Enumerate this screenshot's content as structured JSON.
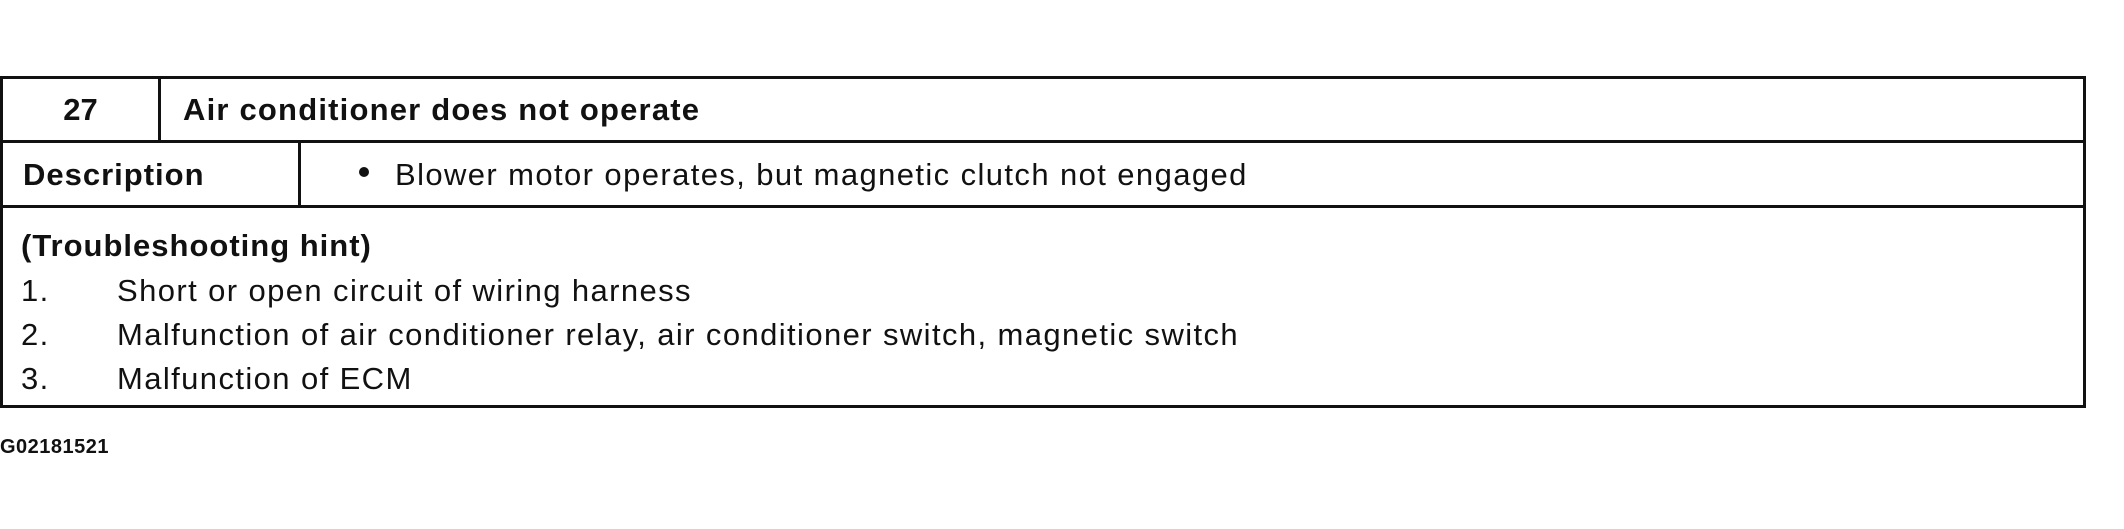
{
  "table": {
    "number": "27",
    "title": "Air conditioner does not operate",
    "description_label": "Description",
    "description_text": "Blower motor operates, but magnetic clutch not engaged",
    "hint_heading": "(Troubleshooting hint)",
    "hints": [
      {
        "num": "1.",
        "text": "Short or open circuit of wiring harness"
      },
      {
        "num": "2.",
        "text": "Malfunction of air conditioner relay, air conditioner switch, magnetic switch"
      },
      {
        "num": "3.",
        "text": "Malfunction of ECM"
      }
    ]
  },
  "figure_id": "G02181521",
  "colors": {
    "text": "#111111",
    "background": "#ffffff"
  }
}
